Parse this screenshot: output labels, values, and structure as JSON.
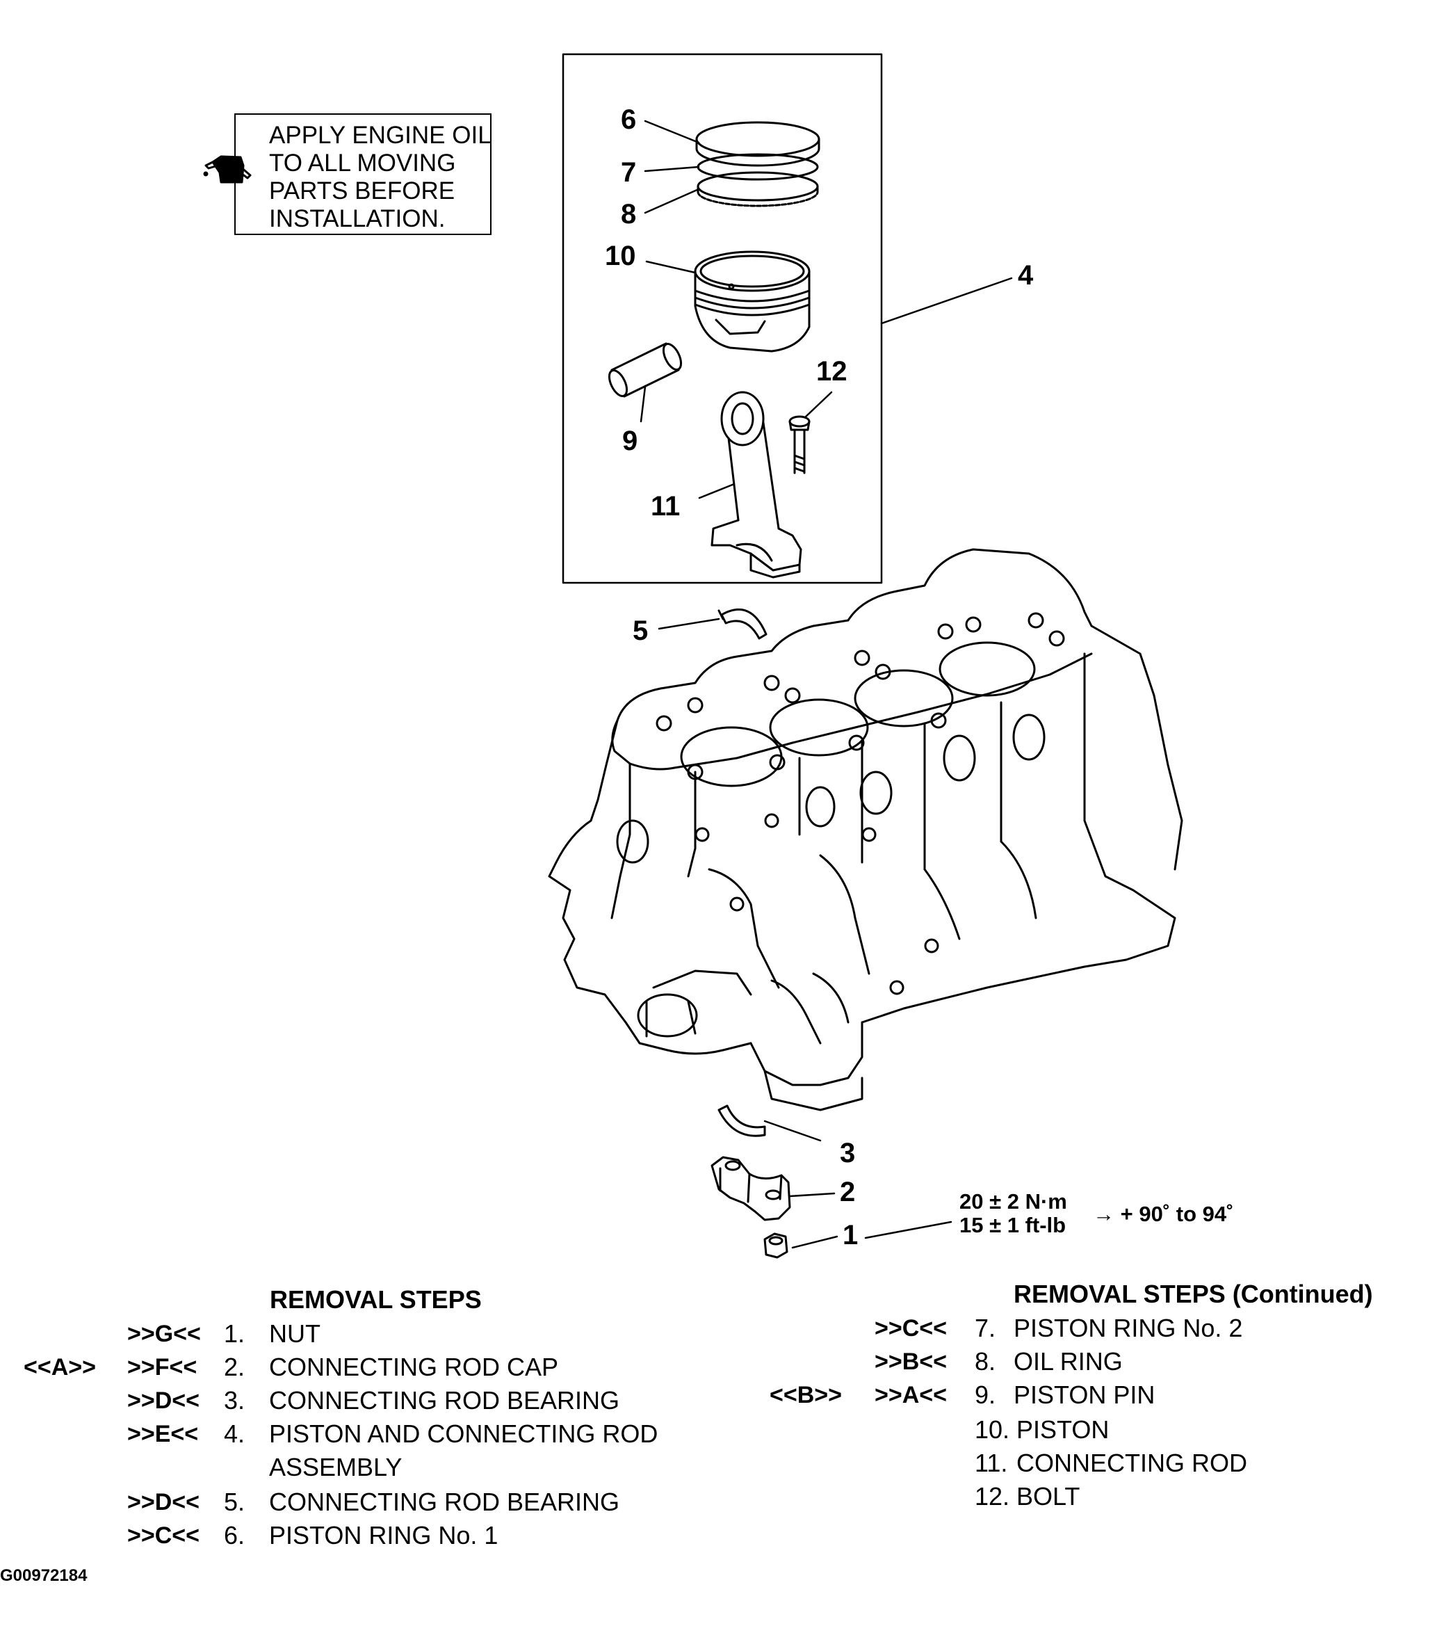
{
  "note": {
    "lines": [
      "APPLY ENGINE OIL",
      "TO ALL MOVING",
      "PARTS BEFORE",
      "INSTALLATION."
    ],
    "icon": "oil-can-icon"
  },
  "callouts": [
    "1",
    "2",
    "3",
    "4",
    "5",
    "6",
    "7",
    "8",
    "9",
    "10",
    "11",
    "12"
  ],
  "torque": {
    "line1": "20 ± 2 N·m",
    "line2": "15 ± 1 ft-lb",
    "angle": "→ + 90˚ to 94˚"
  },
  "removal_steps": {
    "title": "REMOVAL STEPS",
    "items": [
      {
        "pre": "",
        "code": ">>G<<",
        "num": "1.",
        "text": "NUT"
      },
      {
        "pre": "<<A>>",
        "code": ">>F<<",
        "num": "2.",
        "text": "CONNECTING ROD CAP"
      },
      {
        "pre": "",
        "code": ">>D<<",
        "num": "3.",
        "text": "CONNECTING ROD BEARING"
      },
      {
        "pre": "",
        "code": ">>E<<",
        "num": "4.",
        "text": "PISTON AND CONNECTING ROD"
      },
      {
        "pre": "",
        "code": "",
        "num": "",
        "text": "ASSEMBLY"
      },
      {
        "pre": "",
        "code": ">>D<<",
        "num": "5.",
        "text": "CONNECTING ROD BEARING"
      },
      {
        "pre": "",
        "code": ">>C<<",
        "num": "6.",
        "text": "PISTON RING No. 1"
      }
    ]
  },
  "removal_steps_continued": {
    "title": "REMOVAL STEPS (Continued)",
    "items": [
      {
        "pre": "",
        "code": ">>C<<",
        "num": "7.",
        "text": "PISTON RING No. 2"
      },
      {
        "pre": "",
        "code": ">>B<<",
        "num": "8.",
        "text": "OIL RING"
      },
      {
        "pre": "<<B>>",
        "code": ">>A<<",
        "num": "9.",
        "text": "PISTON PIN"
      },
      {
        "pre": "",
        "code": "",
        "num": "10.",
        "text": "PISTON"
      },
      {
        "pre": "",
        "code": "",
        "num": "11.",
        "text": "CONNECTING ROD"
      },
      {
        "pre": "",
        "code": "",
        "num": "12.",
        "text": "BOLT"
      }
    ]
  },
  "figure_id": "G00972184"
}
